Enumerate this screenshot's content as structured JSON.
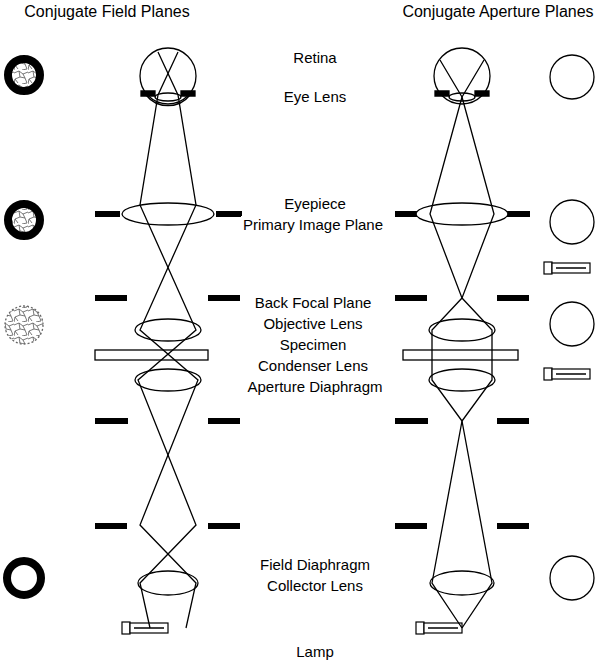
{
  "diagram": {
    "labels": [
      "Conjugate Field Planes",
      "Conjugate Aperture Planes",
      "Retina",
      "Eye Lens",
      "Eyepiece",
      "Primary Image Plane",
      "Back Focal Plane",
      "Objective Lens",
      "Specimen",
      "Condenser Lens",
      "Aperture Diaphragm",
      "Field Diaphragm",
      "Collector Lens",
      "Lamp"
    ]
  }
}
